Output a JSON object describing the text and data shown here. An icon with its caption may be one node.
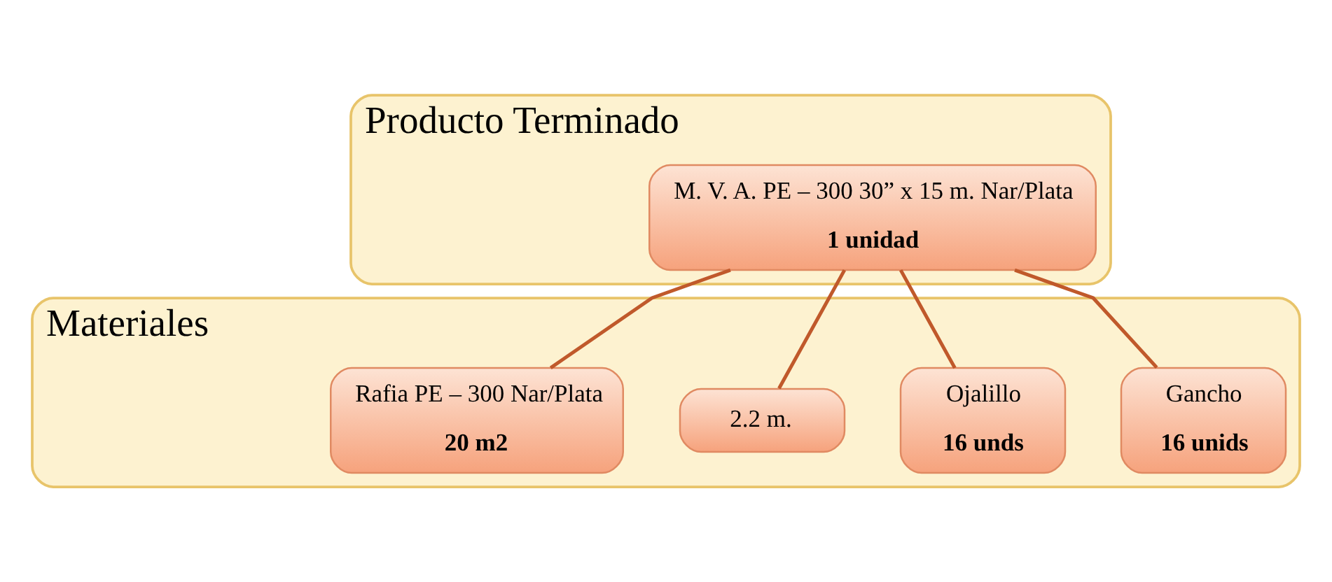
{
  "diagram": {
    "nodes": [
      {
        "text": [
          "Producto Terminado"
        ]
      },
      {
        "text": [
          "M. V. A. PE – 300 30” x 15 m. Nar/Plata",
          "1 unidad"
        ],
        "in": 0
      },
      {
        "text": [
          "Materiales"
        ]
      },
      {
        "text": [
          "Rafia PE – 300 Nar/Plata",
          "20 m2"
        ],
        "in": 2
      },
      {
        "text": [
          "2.2 m."
        ],
        "in": 2
      },
      {
        "text": [
          "Ojalillo",
          "16 unds"
        ],
        "in": 2
      },
      {
        "text": [
          "Gancho",
          "16 unids"
        ],
        "in": 2
      }
    ],
    "edges": [
      {
        "from": 1,
        "to": 3,
        "arrow": "none"
      },
      {
        "from": 1,
        "to": 4,
        "arrow": "none"
      },
      {
        "from": 1,
        "to": 5,
        "arrow": "none"
      },
      {
        "from": 1,
        "to": 6,
        "arrow": "none"
      }
    ]
  }
}
